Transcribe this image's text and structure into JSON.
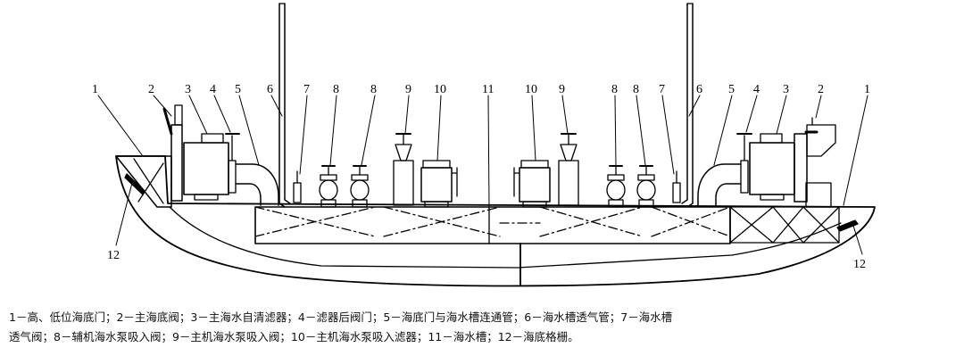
{
  "callouts": {
    "c1l": "1",
    "c2l": "2",
    "c3l": "3",
    "c4l": "4",
    "c5l": "5",
    "c6l": "6",
    "c7l": "7",
    "c8la": "8",
    "c8lb": "8",
    "c9l": "9",
    "c10l": "10",
    "c11": "11",
    "c10r": "10",
    "c9r": "9",
    "c8ra": "8",
    "c8rb": "8",
    "c7r": "7",
    "c6r": "6",
    "c5r": "5",
    "c4r": "4",
    "c3r": "3",
    "c2r": "2",
    "c1r": "1",
    "c12l": "12",
    "c12r": "12"
  },
  "caption": {
    "line1": "1－高、低位海底门；2－主海底阀；3－主海水自清滤器；4－滤器后阀门；5－海底门与海水槽连通管；6－海水槽透气管；7－海水槽",
    "line2": "透气阀；8－辅机海水泵吸入阀；9－主机海水泵吸入阀；10－主机海水泵吸入滤器；11－海水槽；12－海底格栅。"
  }
}
